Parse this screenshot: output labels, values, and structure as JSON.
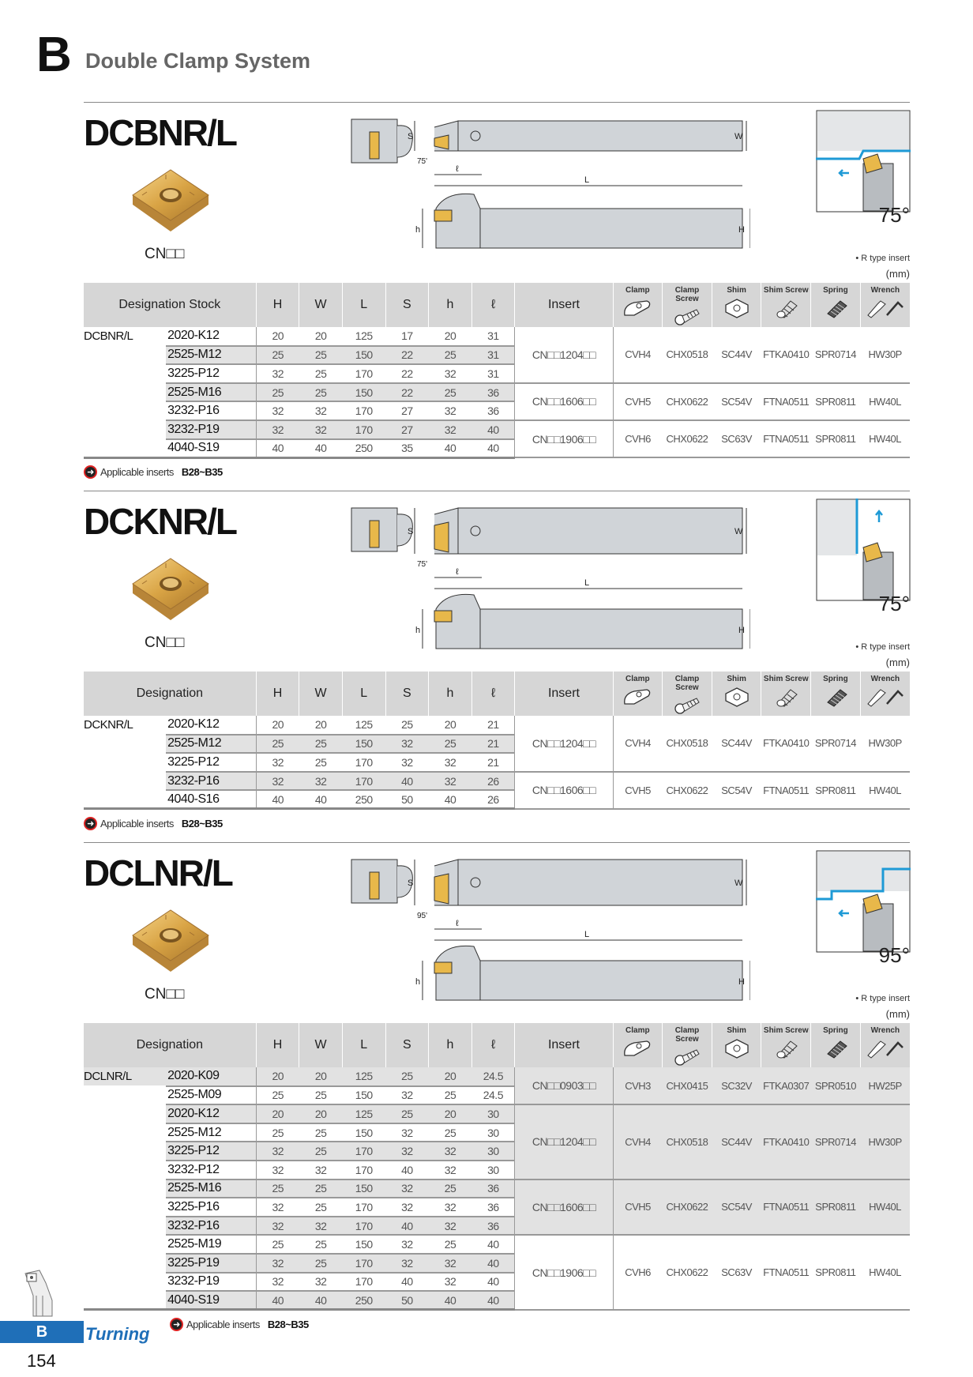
{
  "header": {
    "letter": "B",
    "chapter": "Double Clamp System"
  },
  "columns": {
    "dims": [
      "H",
      "W",
      "L",
      "S",
      "h",
      "ℓ"
    ],
    "insert": "Insert",
    "parts": [
      "Clamp",
      "Clamp Screw",
      "Shim",
      "Shim Screw",
      "Spring",
      "Wrench"
    ]
  },
  "sections": [
    {
      "title": "DCBNR/L",
      "insert_label": "CN□□",
      "angle": "75°",
      "r_type": "• R type insert",
      "unit": "(mm)",
      "dim_labels": {
        "S": "S",
        "W": "W",
        "L": "L",
        "l": "ℓ",
        "h": "h",
        "H": "H",
        "angle": "75'"
      },
      "designation_header": "Designation Stock",
      "groups": [
        {
          "insert": "CN□□1204□□",
          "parts": [
            "CVH4",
            "CHX0518",
            "SC44V",
            "FTKA0410",
            "SPR0714",
            "HW30P"
          ],
          "shaded": false,
          "rows": [
            {
              "name": "DCBNR/L",
              "code": "2020-K12",
              "vals": [
                "20",
                "20",
                "125",
                "17",
                "20",
                "31"
              ],
              "shaded": false
            },
            {
              "code": "2525-M12",
              "vals": [
                "25",
                "25",
                "150",
                "22",
                "25",
                "31"
              ],
              "shaded": true
            },
            {
              "code": "3225-P12",
              "vals": [
                "32",
                "25",
                "170",
                "22",
                "32",
                "31"
              ],
              "shaded": false
            }
          ]
        },
        {
          "insert": "CN□□1606□□",
          "parts": [
            "CVH5",
            "CHX0622",
            "SC54V",
            "FTNA0511",
            "SPR0811",
            "HW40L"
          ],
          "shaded": false,
          "rows": [
            {
              "code": "2525-M16",
              "vals": [
                "25",
                "25",
                "150",
                "22",
                "25",
                "36"
              ],
              "shaded": true
            },
            {
              "code": "3232-P16",
              "vals": [
                "32",
                "32",
                "170",
                "27",
                "32",
                "36"
              ],
              "shaded": false
            }
          ]
        },
        {
          "insert": "CN□□1906□□",
          "parts": [
            "CVH6",
            "CHX0622",
            "SC63V",
            "FTNA0511",
            "SPR0811",
            "HW40L"
          ],
          "shaded": false,
          "rows": [
            {
              "code": "3232-P19",
              "vals": [
                "32",
                "32",
                "170",
                "27",
                "32",
                "40"
              ],
              "shaded": true
            },
            {
              "code": "4040-S19",
              "vals": [
                "40",
                "40",
                "250",
                "35",
                "40",
                "40"
              ],
              "shaded": false
            }
          ]
        }
      ],
      "applicable": {
        "label": "Applicable inserts",
        "range": "B28~B35"
      }
    },
    {
      "title": "DCKNR/L",
      "insert_label": "CN□□",
      "angle": "75°",
      "r_type": "• R type insert",
      "unit": "(mm)",
      "dim_labels": {
        "S": "S",
        "W": "W",
        "L": "L",
        "l": "ℓ",
        "h": "h",
        "H": "H",
        "angle": "75'"
      },
      "designation_header": "Designation",
      "groups": [
        {
          "insert": "CN□□1204□□",
          "parts": [
            "CVH4",
            "CHX0518",
            "SC44V",
            "FTKA0410",
            "SPR0714",
            "HW30P"
          ],
          "shaded": false,
          "rows": [
            {
              "name": "DCKNR/L",
              "code": "2020-K12",
              "vals": [
                "20",
                "20",
                "125",
                "25",
                "20",
                "21"
              ],
              "shaded": false
            },
            {
              "code": "2525-M12",
              "vals": [
                "25",
                "25",
                "150",
                "32",
                "25",
                "21"
              ],
              "shaded": true
            },
            {
              "code": "3225-P12",
              "vals": [
                "32",
                "25",
                "170",
                "32",
                "32",
                "21"
              ],
              "shaded": false
            }
          ]
        },
        {
          "insert": "CN□□1606□□",
          "parts": [
            "CVH5",
            "CHX0622",
            "SC54V",
            "FTNA0511",
            "SPR0811",
            "HW40L"
          ],
          "shaded": false,
          "rows": [
            {
              "code": "3232-P16",
              "vals": [
                "32",
                "32",
                "170",
                "40",
                "32",
                "26"
              ],
              "shaded": true
            },
            {
              "code": "4040-S16",
              "vals": [
                "40",
                "40",
                "250",
                "50",
                "40",
                "26"
              ],
              "shaded": false
            }
          ]
        }
      ],
      "applicable": {
        "label": "Applicable inserts",
        "range": "B28~B35"
      }
    },
    {
      "title": "DCLNR/L",
      "insert_label": "CN□□",
      "angle": "95°",
      "r_type": "• R type insert",
      "unit": "(mm)",
      "dim_labels": {
        "S": "S",
        "W": "W",
        "L": "L",
        "l": "ℓ",
        "h": "h",
        "H": "H",
        "angle": "95'"
      },
      "designation_header": "Designation",
      "groups": [
        {
          "insert": "CN□□0903□□",
          "parts": [
            "CVH3",
            "CHX0415",
            "SC32V",
            "FTKA0307",
            "SPR0510",
            "HW25P"
          ],
          "shaded": true,
          "rows": [
            {
              "name": "DCLNR/L",
              "code": "2020-K09",
              "vals": [
                "20",
                "20",
                "125",
                "25",
                "20",
                "24.5"
              ],
              "shaded": true
            },
            {
              "code": "2525-M09",
              "vals": [
                "25",
                "25",
                "150",
                "32",
                "25",
                "24.5"
              ],
              "shaded": false
            }
          ]
        },
        {
          "insert": "CN□□1204□□",
          "parts": [
            "CVH4",
            "CHX0518",
            "SC44V",
            "FTKA0410",
            "SPR0714",
            "HW30P"
          ],
          "shaded": true,
          "rows": [
            {
              "code": "2020-K12",
              "vals": [
                "20",
                "20",
                "125",
                "25",
                "20",
                "30"
              ],
              "shaded": true
            },
            {
              "code": "2525-M12",
              "vals": [
                "25",
                "25",
                "150",
                "32",
                "25",
                "30"
              ],
              "shaded": false
            },
            {
              "code": "3225-P12",
              "vals": [
                "32",
                "25",
                "170",
                "32",
                "32",
                "30"
              ],
              "shaded": true
            },
            {
              "code": "3232-P12",
              "vals": [
                "32",
                "32",
                "170",
                "40",
                "32",
                "30"
              ],
              "shaded": false
            }
          ]
        },
        {
          "insert": "CN□□1606□□",
          "parts": [
            "CVH5",
            "CHX0622",
            "SC54V",
            "FTNA0511",
            "SPR0811",
            "HW40L"
          ],
          "shaded": true,
          "rows": [
            {
              "code": "2525-M16",
              "vals": [
                "25",
                "25",
                "150",
                "32",
                "25",
                "36"
              ],
              "shaded": true
            },
            {
              "code": "3225-P16",
              "vals": [
                "32",
                "25",
                "170",
                "32",
                "32",
                "36"
              ],
              "shaded": false
            },
            {
              "code": "3232-P16",
              "vals": [
                "32",
                "32",
                "170",
                "40",
                "32",
                "36"
              ],
              "shaded": true
            }
          ]
        },
        {
          "insert": "CN□□1906□□",
          "parts": [
            "CVH6",
            "CHX0622",
            "SC63V",
            "FTNA0511",
            "SPR0811",
            "HW40L"
          ],
          "shaded": false,
          "rows": [
            {
              "code": "2525-M19",
              "vals": [
                "25",
                "25",
                "150",
                "32",
                "25",
                "40"
              ],
              "shaded": false
            },
            {
              "code": "3225-P19",
              "vals": [
                "32",
                "25",
                "170",
                "32",
                "32",
                "40"
              ],
              "shaded": true
            },
            {
              "code": "3232-P19",
              "vals": [
                "32",
                "32",
                "170",
                "40",
                "32",
                "40"
              ],
              "shaded": false
            },
            {
              "code": "4040-S19",
              "vals": [
                "40",
                "40",
                "250",
                "50",
                "40",
                "40"
              ],
              "shaded": true
            }
          ]
        }
      ],
      "applicable": {
        "label": "Applicable inserts",
        "range": "B28~B35"
      }
    }
  ],
  "footer": {
    "tab": "B",
    "section": "Turning",
    "page": "154"
  },
  "colors": {
    "accent": "#1f6fb8",
    "insert_gold": "#e8b84a",
    "holder_grey": "#d0d4d8"
  }
}
